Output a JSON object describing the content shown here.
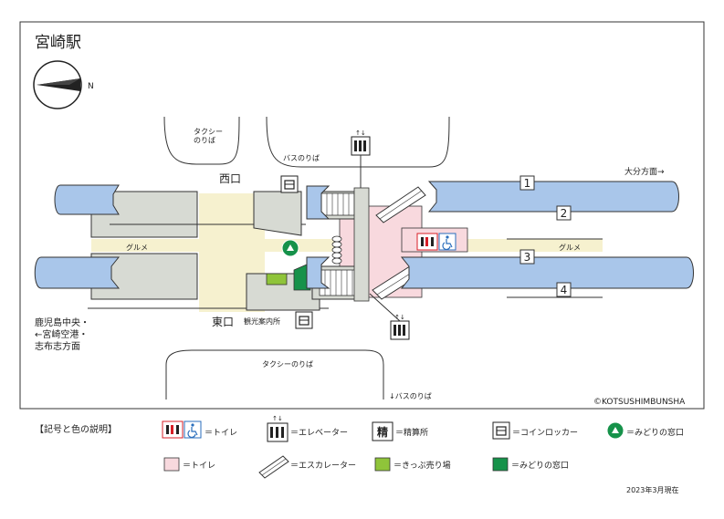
{
  "station_name": "宮崎駅",
  "copyright": "©KOTSUSHIMBUNSHA",
  "as_of": "2023年3月現在",
  "compass": {
    "symbol": "N"
  },
  "areas": {
    "taxi_west": "タクシー\nのりば",
    "bus_west": "バスのりば",
    "west_exit": "西口",
    "east_exit": "東口",
    "gourmet_left": "グルメ",
    "gourmet_right": "グルメ",
    "tourist_info": "観光案内所",
    "taxi_east": "タクシーのりば",
    "bus_east": "↓バスのりば"
  },
  "directions": {
    "oita": "大分方面→",
    "kagoshima": "鹿児島中央・\n←宮崎空港・\n志布志方面"
  },
  "platforms": [
    {
      "number": "1"
    },
    {
      "number": "2"
    },
    {
      "number": "3"
    },
    {
      "number": "4"
    }
  ],
  "legend": {
    "title": "【記号と色の説明】",
    "items": [
      {
        "key": "toilet_icon",
        "label": "＝トイレ"
      },
      {
        "key": "elevator_icon",
        "label": "＝エレベーター"
      },
      {
        "key": "fare_adjust",
        "glyph": "精",
        "label": "＝精算所"
      },
      {
        "key": "coin_locker",
        "label": "＝コインロッカー"
      },
      {
        "key": "midori_icon",
        "label": "＝みどりの窓口"
      },
      {
        "key": "toilet_area",
        "label": "＝トイレ"
      },
      {
        "key": "escalator",
        "label": "＝エスカレーター"
      },
      {
        "key": "ticket_area",
        "label": "＝きっぷ売り場"
      },
      {
        "key": "midori_area",
        "label": "＝みどりの窓口"
      }
    ]
  },
  "colors": {
    "platform_blue": "#a9c6ea",
    "concourse_yellow": "#f6f1cf",
    "gray_block": "#d7dad3",
    "toilet_pink": "#f8d9de",
    "ticket_green": "#8fc43a",
    "midori_green": "#16924a",
    "toilet_red": "#d81f27",
    "accessible_blue": "#2a6ebc"
  }
}
